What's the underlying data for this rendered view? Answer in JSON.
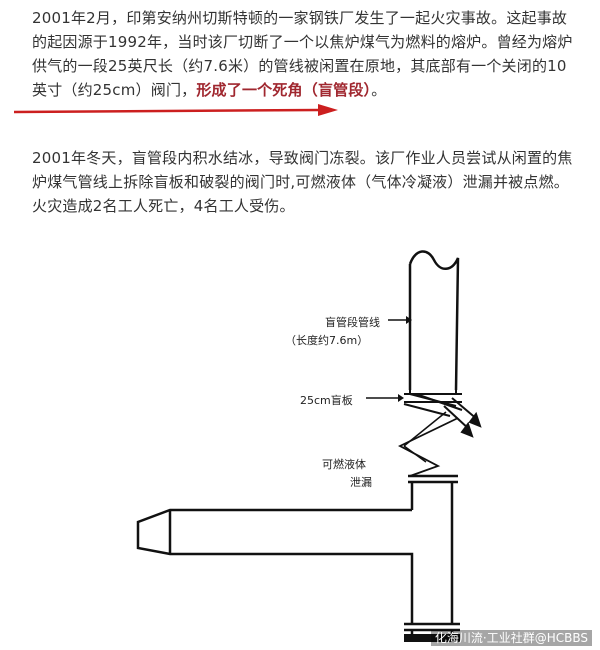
{
  "paragraph_1": {
    "text": "2001年2月，印第安纳州切斯特顿的一家钢铁厂发生了一起火灾事故。这起事故的起因源于1992年，当时该厂切断了一个以焦炉煤气为燃料的熔炉。曾经为熔炉供气的一段25英尺长（约7.6米）的管线被闲置在原地，其底部有一个关闭的10英寸（约25cm）阀门，",
    "emphasis": "形成了一个死角（盲管段）",
    "tail": "。"
  },
  "paragraph_2": {
    "text": "2001年冬天，盲管段内积水结冰，导致阀门冻裂。该厂作业人员尝试从闲置的焦炉煤气管线上拆除盲板和破裂的阀门时,可燃液体（气体冷凝液）泄漏并被点燃。火灾造成2名工人死亡，4名工人受伤。"
  },
  "diagram": {
    "label_pipe": "盲管段管线",
    "label_pipe_length": "（长度约7.6m）",
    "label_blind": "25cm盲板",
    "label_leak_1": "可燃液体",
    "label_leak_2": "泄漏"
  },
  "watermark": "化海川流·工业社群@HCBBS",
  "colors": {
    "emphasis": "#a0272f",
    "arrow": "#cc1f1f",
    "text": "#333333"
  }
}
